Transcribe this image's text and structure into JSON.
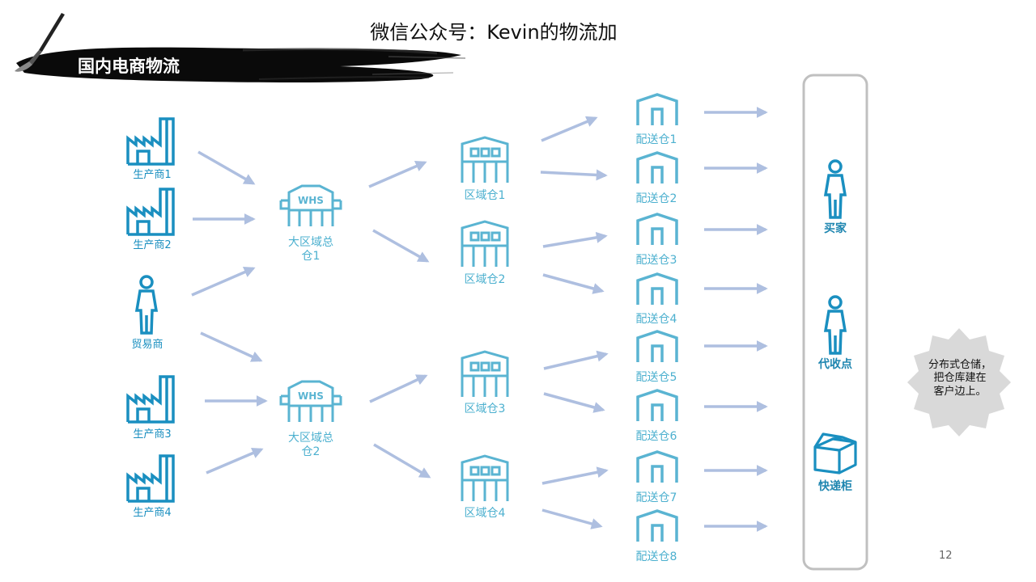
{
  "title": "微信公众号：Kevin的物流加",
  "section_title": "国内电商物流",
  "sources": [
    {
      "label": "生产商1"
    },
    {
      "label": "生产商2"
    },
    {
      "label": "贸易商"
    },
    {
      "label": "生产商3"
    },
    {
      "label": "生产商4"
    }
  ],
  "whs_icon_text": "WHS",
  "big_warehouses": [
    {
      "label_line1": "大区域总",
      "label_line2": "仓1"
    },
    {
      "label_line1": "大区域总",
      "label_line2": "仓2"
    }
  ],
  "regional_warehouses": [
    {
      "label": "区域仓1"
    },
    {
      "label": "区域仓2"
    },
    {
      "label": "区域仓3"
    },
    {
      "label": "区域仓4"
    }
  ],
  "delivery_warehouses": [
    {
      "label": "配送仓1"
    },
    {
      "label": "配送仓2"
    },
    {
      "label": "配送仓3"
    },
    {
      "label": "配送仓4"
    },
    {
      "label": "配送仓5"
    },
    {
      "label": "配送仓6"
    },
    {
      "label": "配送仓7"
    },
    {
      "label": "配送仓8"
    }
  ],
  "endpoints": [
    {
      "label": "买家"
    },
    {
      "label": "代收点"
    },
    {
      "label": "快递柜"
    }
  ],
  "note_lines": [
    "分布式仓储，",
    "把仓库建在",
    "客户边上。"
  ],
  "page_number": "12",
  "colors": {
    "icon_dark": "#1a8fc0",
    "icon_light": "#5ab4d2",
    "arrow": "#aebfe0",
    "ink": "#111111",
    "note_bg": "#d9d9d9",
    "frame": "#c0c0c0"
  }
}
